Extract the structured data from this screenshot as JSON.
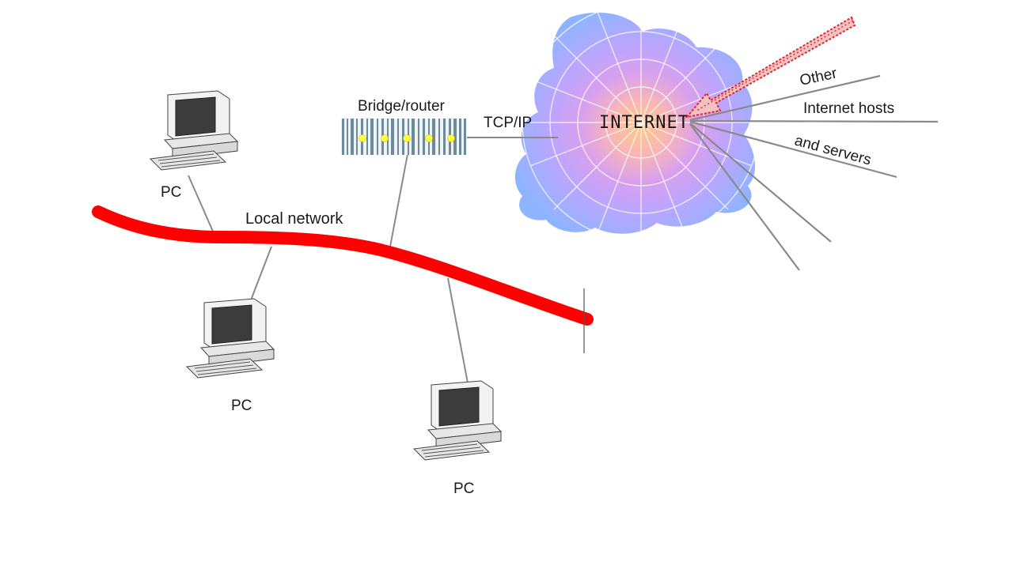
{
  "labels": {
    "bridge_router": "Bridge/router",
    "tcp_ip": "TCP/IP",
    "internet": "INTERNET",
    "local_network": "Local network",
    "other_hosts_line1": "Other",
    "other_hosts_line2": "Internet hosts",
    "other_hosts_line3": "and servers"
  },
  "pcs": [
    {
      "label": "PC"
    },
    {
      "label": "PC"
    },
    {
      "label": "PC"
    }
  ],
  "colors": {
    "network_cable": "#ff0000",
    "connector_line": "#888888",
    "arrow": "#e3262e",
    "cloud_outer": "#8fb4ff",
    "cloud_mid": "#d59bf2",
    "cloud_core": "#ffc78a",
    "router_led": "#ffff40"
  }
}
